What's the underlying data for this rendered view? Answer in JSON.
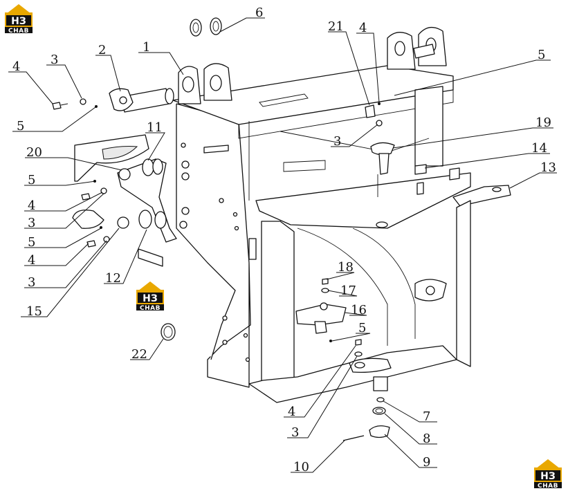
{
  "brand": {
    "logo_mark": "НЗ",
    "logo_sub": "CHAB",
    "accent_color": "#e9a800",
    "dark_color": "#111111"
  },
  "callouts": [
    {
      "id": "c1",
      "label": "1"
    },
    {
      "id": "c2",
      "label": "2"
    },
    {
      "id": "c3a",
      "label": "3"
    },
    {
      "id": "c4a",
      "label": "4"
    },
    {
      "id": "c5a",
      "label": "5"
    },
    {
      "id": "c6",
      "label": "6"
    },
    {
      "id": "c21",
      "label": "21"
    },
    {
      "id": "c4b",
      "label": "4"
    },
    {
      "id": "c5b",
      "label": "5"
    },
    {
      "id": "c3b",
      "label": "3"
    },
    {
      "id": "c19",
      "label": "19"
    },
    {
      "id": "c14",
      "label": "14"
    },
    {
      "id": "c13",
      "label": "13"
    },
    {
      "id": "c11",
      "label": "11"
    },
    {
      "id": "c20",
      "label": "20"
    },
    {
      "id": "c5c",
      "label": "5"
    },
    {
      "id": "c4c",
      "label": "4"
    },
    {
      "id": "c3c",
      "label": "3"
    },
    {
      "id": "c5d",
      "label": "5"
    },
    {
      "id": "c4d",
      "label": "4"
    },
    {
      "id": "c3d",
      "label": "3"
    },
    {
      "id": "c12",
      "label": "12"
    },
    {
      "id": "c15",
      "label": "15"
    },
    {
      "id": "c18",
      "label": "18"
    },
    {
      "id": "c17",
      "label": "17"
    },
    {
      "id": "c16",
      "label": "16"
    },
    {
      "id": "c5e",
      "label": "5"
    },
    {
      "id": "c22",
      "label": "22"
    },
    {
      "id": "c4e",
      "label": "4"
    },
    {
      "id": "c3e",
      "label": "3"
    },
    {
      "id": "c7",
      "label": "7"
    },
    {
      "id": "c8",
      "label": "8"
    },
    {
      "id": "c10",
      "label": "10"
    },
    {
      "id": "c9",
      "label": "9"
    }
  ]
}
